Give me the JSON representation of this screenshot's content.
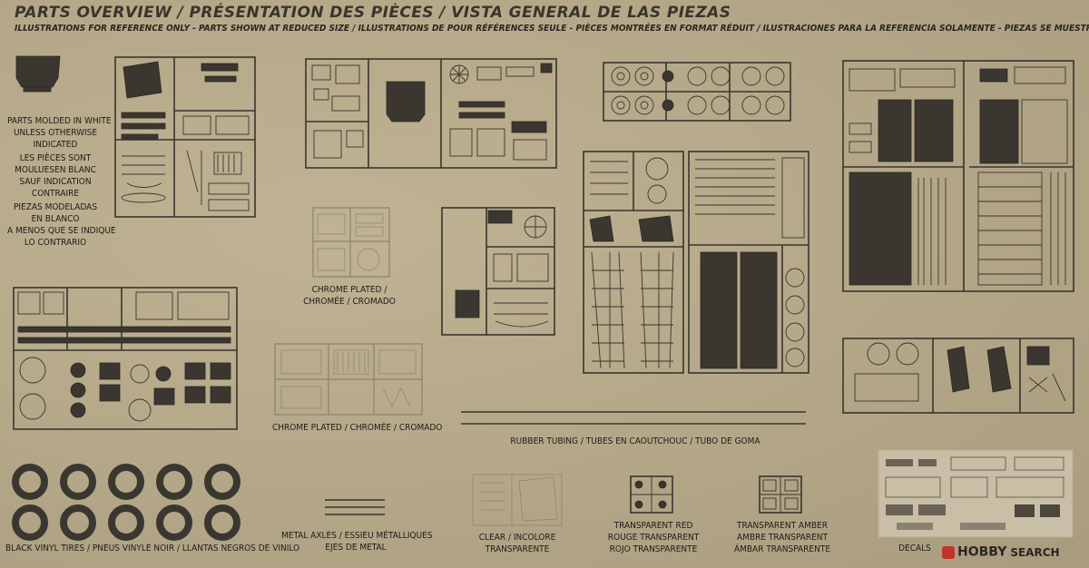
{
  "title": "PARTS OVERVIEW / PRÉSENTATION DES PIÈCES / VISTA GENERAL DE LAS PIEZAS",
  "subtitle": "ILLUSTRATIONS FOR REFERENCE ONLY - PARTS SHOWN AT REDUCED SIZE / ILLUSTRATIONS DE POUR RÉFÉRENCES SEULE - PIÈCES MONTRÉES EN FORMAT RÉDUIT / ILUSTRACIONES PARA LA REFERENCIA SOLAMENTE - PIEZAS SE MUESTRAN EN TAMAÑO REDUCIDO",
  "molded_note": [
    "PARTS MOLDED IN WHITE",
    "UNLESS OTHERWISE",
    "INDICATED",
    "LES PIÈCES SONT",
    "MOULUESEN BLANC",
    "SAUF INDICATION",
    "CONTRAIRE",
    "PIEZAS MODELADAS",
    "EN BLANCO",
    "A MENOS QUE SE INDIQUE",
    "LO CONTRARIO"
  ],
  "labels": {
    "chrome_1": [
      "CHROME PLATED /",
      "CHROMÉE / CROMADO"
    ],
    "chrome_2": "CHROME PLATED / CHROMÉE / CROMADO",
    "rubber": "RUBBER TUBING / TUBES EN CAOUTCHOUC / TUBO DE GOMA",
    "tires": "BLACK VINYL TIRES / PNEUS VINYLE NOIR / LLANTAS NEGROS DE VINILO",
    "axles": [
      "METAL AXLES / ESSIEU MÉTALLIQUES",
      "EJES DE METAL"
    ],
    "clear": [
      "CLEAR / INCOLORE",
      "TRANSPARENTE"
    ],
    "red": [
      "TRANSPARENT RED",
      "ROUGE TRANSPARENT",
      "ROJO TRANSPARENTE"
    ],
    "amber": [
      "TRANSPARENT AMBER",
      "AMBRE TRANSPARENT",
      "ÁMBAR TRANSPARENTE"
    ],
    "decals": "DECALS"
  },
  "watermark": {
    "brand": "HOBBY",
    "suffix": "SEARCH"
  },
  "tire_count": 10,
  "colors": {
    "background": "#b4a788",
    "ink": "#3a352d",
    "chrome": "#8d8266"
  }
}
